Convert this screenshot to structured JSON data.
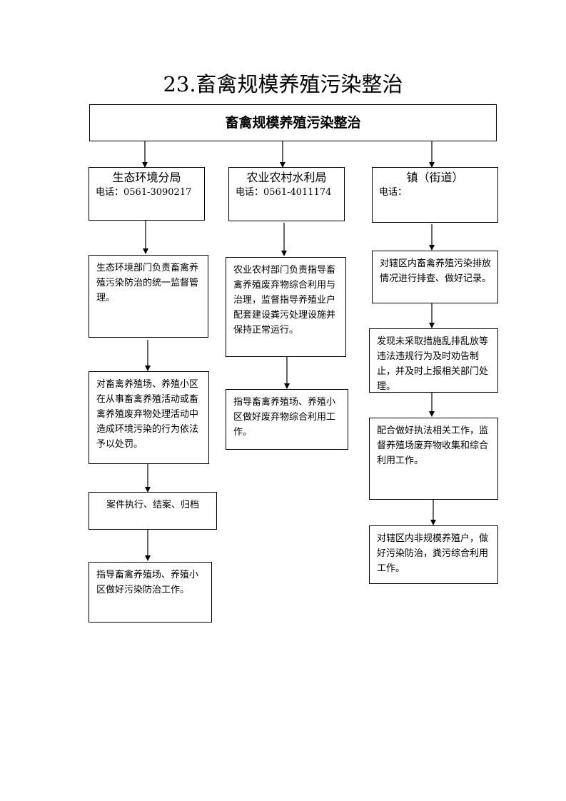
{
  "document": {
    "title": "23.畜禽规模养殖污染整治",
    "chart_title": "畜禽规模养殖污染整治"
  },
  "departments": [
    {
      "name": "生态环境分局",
      "phone": "电话：0561-3090217",
      "steps": [
        "生态环境部门负责畜禽养殖污染防治的统一监督管理。",
        "对畜禽养殖场、养殖小区在从事畜禽养殖活动或畜禽养殖废弃物处理活动中造成环境污染的行为依法予以处罚。",
        "案件执行、结案、归档",
        "指导畜禽养殖场、养殖小区做好污染防治工作。"
      ]
    },
    {
      "name": "农业农村水利局",
      "phone": "电话：0561-4011174",
      "steps": [
        "农业农村部门负责指导畜禽养殖废弃物综合利用与治理，监督指导养殖业户配套建设粪污处理设施并保持正常运行。",
        "指导畜禽养殖场、养殖小区做好废弃物综合利用工作。"
      ]
    },
    {
      "name": "镇（街道）",
      "phone": "电话：",
      "steps": [
        "对辖区内畜禽养殖污染排放情况进行排查、做好记录。",
        "发现未采取措施乱排乱放等违法违规行为及时劝告制止，并及时上报相关部门处理。",
        "配合做好执法相关工作，监督养殖场废弃物收集和综合利用工作。",
        "对辖区内非规模养殖户，做好污染防治，粪污综合利用工作。"
      ]
    }
  ]
}
